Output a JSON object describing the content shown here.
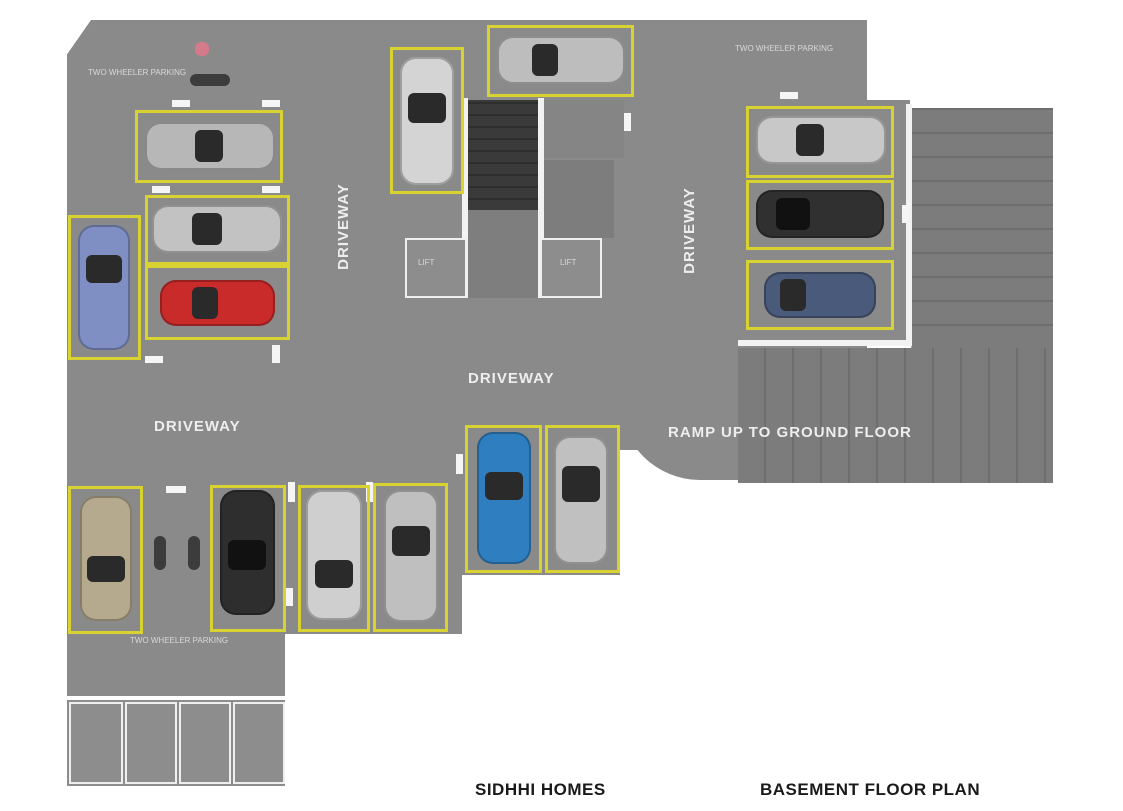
{
  "labels": {
    "driveway": "DRIVEWAY",
    "ramp": "RAMP UP TO GROUND FLOOR",
    "lift": "LIFT",
    "two_wheeler": "TWO WHEELER PARKING"
  },
  "footer": {
    "project": "SIDHHI HOMES",
    "plan": "BASEMENT FLOOR PLAN"
  },
  "colors": {
    "floor": "#8a8a8a",
    "slot_outline": "#d8d233",
    "ramp": "#7a7a7a",
    "walls": "#f2f2f2"
  }
}
